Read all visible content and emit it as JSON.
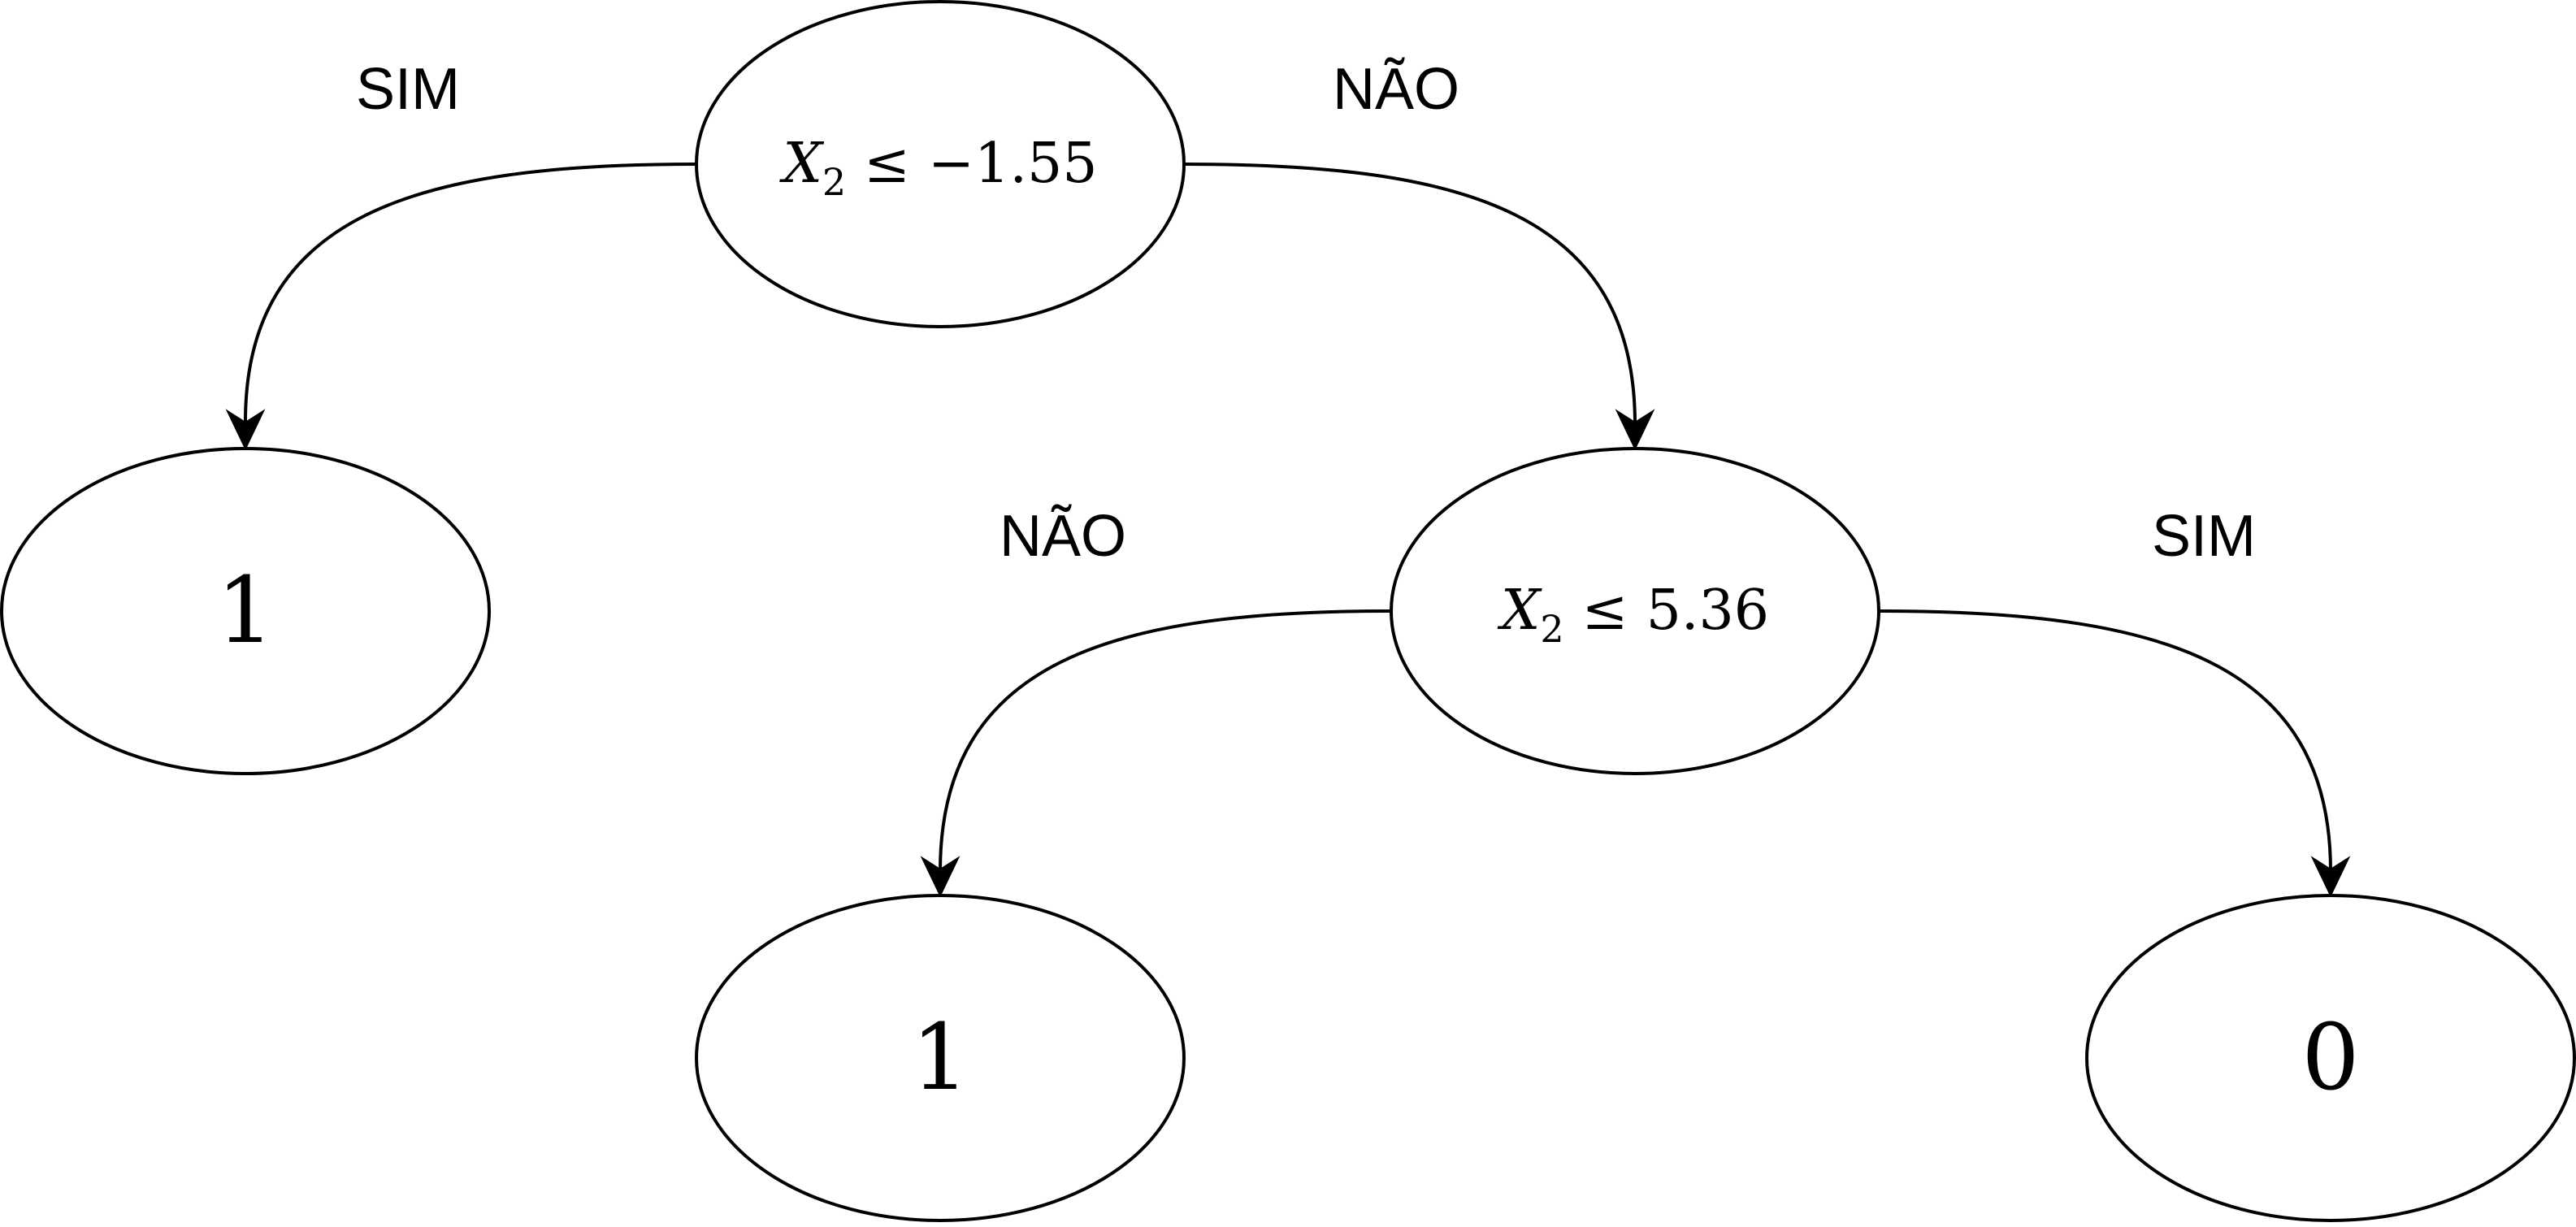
{
  "nodes": {
    "root": {
      "variable": "X",
      "subscript": "2",
      "operator": "≤",
      "threshold": "−1.55"
    },
    "leaf_left": {
      "label": "1"
    },
    "inner_right": {
      "variable": "X",
      "subscript": "2",
      "operator": "≤",
      "threshold": "5.36"
    },
    "leaf_bottom_left": {
      "label": "1"
    },
    "leaf_bottom_right": {
      "label": "0"
    }
  },
  "edges": {
    "root_yes": "SIM",
    "root_no": "NÃO",
    "inner_no": "NÃO",
    "inner_yes": "SIM"
  }
}
